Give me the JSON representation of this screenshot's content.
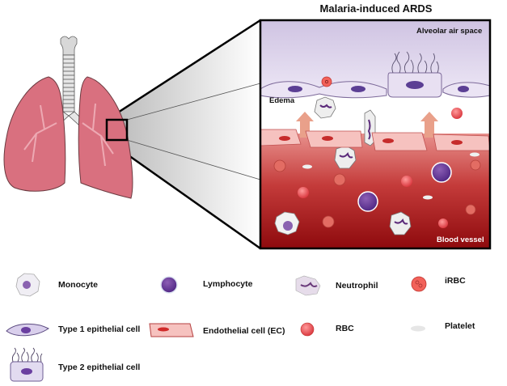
{
  "title": "Malaria-induced ARDS",
  "panel": {
    "alveolar_label": "Alveolar air space",
    "edema_label": "Edema",
    "vessel_label": "Blood vessel"
  },
  "legend": {
    "items": [
      {
        "icon": "monocyte-icon",
        "label": "Monocyte"
      },
      {
        "icon": "lymphocyte-icon",
        "label": "Lymphocyte"
      },
      {
        "icon": "neutrophil-icon",
        "label": "Neutrophil"
      },
      {
        "icon": "irbc-icon",
        "label": "iRBC"
      },
      {
        "icon": "type1-epithelial-icon",
        "label": "Type 1 epithelial cell"
      },
      {
        "icon": "endothelial-cell-icon",
        "label": "Endothelial cell (EC)"
      },
      {
        "icon": "rbc-icon",
        "label": "RBC"
      },
      {
        "icon": "platelet-icon",
        "label": "Platelet"
      },
      {
        "icon": "type2-epithelial-icon",
        "label": "Type 2 epithelial cell"
      }
    ]
  },
  "colors": {
    "alveolar": "#d9cfe8",
    "epithelial": "#ebe4f4",
    "nucleus": "#5b3f94",
    "blood_top": "#e47d7a",
    "blood_bottom": "#9b0f12",
    "endothelial": "#f6c2bf",
    "rbc": "#e5484a",
    "lung": "#d9707f",
    "arrow": "#e9a08a"
  }
}
